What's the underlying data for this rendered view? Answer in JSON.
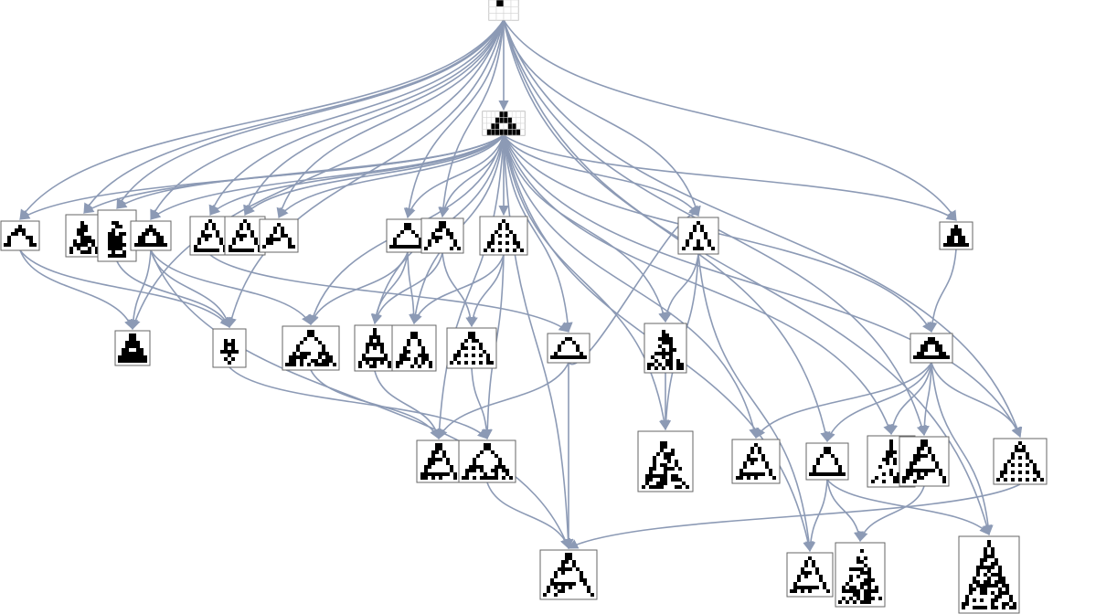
{
  "diagram": {
    "kind": "cellular-automaton-pattern-graph",
    "colors": {
      "edge": "#8c9ab5",
      "node_border": "#666666",
      "cell_on": "#000000",
      "cell_off": "#ffffff",
      "seed_grid": "#d5d5d5"
    },
    "nodes": [
      {
        "id": "seed",
        "pattern": "single-black-cell",
        "level": 0
      },
      {
        "id": "base",
        "pattern": "small-triangle",
        "level": 1
      },
      {
        "id": "n1",
        "pattern": "triangle-clover",
        "level": 2
      },
      {
        "id": "n2",
        "pattern": "dense-triangle",
        "level": 2
      },
      {
        "id": "n3",
        "pattern": "tall-column",
        "level": 2
      },
      {
        "id": "n4",
        "pattern": "solid-triangle",
        "level": 2
      },
      {
        "id": "n5",
        "pattern": "sierpinski",
        "level": 2
      },
      {
        "id": "n6",
        "pattern": "sierpinski",
        "level": 2
      },
      {
        "id": "n7",
        "pattern": "sierpinski",
        "level": 2
      },
      {
        "id": "n8",
        "pattern": "open-triangle",
        "level": 2
      },
      {
        "id": "n9",
        "pattern": "sierpinski",
        "level": 2
      },
      {
        "id": "n10",
        "pattern": "hatched-triangle",
        "level": 2
      },
      {
        "id": "n11",
        "pattern": "nested-triangle",
        "level": 2
      },
      {
        "id": "n12",
        "pattern": "solid-triangle",
        "level": 2
      },
      {
        "id": "m1",
        "pattern": "clover",
        "level": 3
      },
      {
        "id": "m2",
        "pattern": "diamond",
        "level": 3
      },
      {
        "id": "m3",
        "pattern": "wide-triangle",
        "level": 3
      },
      {
        "id": "m4",
        "pattern": "sierpinski",
        "level": 3
      },
      {
        "id": "m5",
        "pattern": "wide-triangle",
        "level": 3
      },
      {
        "id": "m6",
        "pattern": "hatched-triangle",
        "level": 3
      },
      {
        "id": "m7",
        "pattern": "open-triangle",
        "level": 3
      },
      {
        "id": "m8",
        "pattern": "dense-triangle",
        "level": 3
      },
      {
        "id": "m9",
        "pattern": "solid-triangle",
        "level": 3
      },
      {
        "id": "p1",
        "pattern": "sierpinski",
        "level": 4
      },
      {
        "id": "p2",
        "pattern": "wide-triangle",
        "level": 4
      },
      {
        "id": "p3",
        "pattern": "dense-triangle",
        "level": 4
      },
      {
        "id": "p4",
        "pattern": "sierpinski",
        "level": 4
      },
      {
        "id": "p5",
        "pattern": "open-triangle",
        "level": 4
      },
      {
        "id": "p6",
        "pattern": "random-triangle",
        "level": 4
      },
      {
        "id": "p7",
        "pattern": "sierpinski",
        "level": 4
      },
      {
        "id": "p8",
        "pattern": "hatched-triangle",
        "level": 4
      },
      {
        "id": "q1",
        "pattern": "sierpinski",
        "level": 5
      },
      {
        "id": "q2",
        "pattern": "sierpinski",
        "level": 5
      },
      {
        "id": "q3",
        "pattern": "dense-triangle",
        "level": 5
      },
      {
        "id": "q4",
        "pattern": "tree-triangle",
        "level": 5
      }
    ]
  }
}
